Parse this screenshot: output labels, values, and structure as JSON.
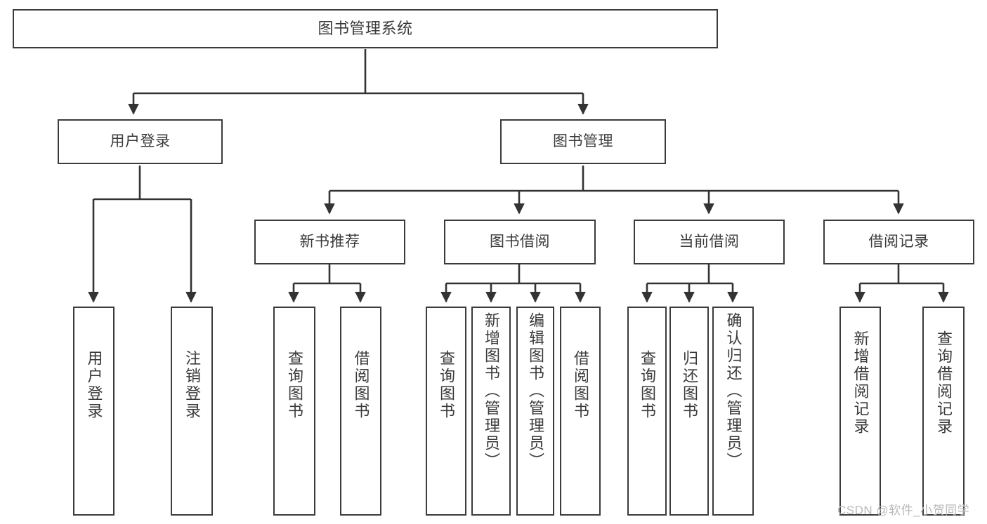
{
  "diagram": {
    "title": "图书管理系统",
    "type": "tree-hierarchy",
    "watermark": "CSDN @软件_小贺同学",
    "colors": {
      "box_border": "#3b3b3b",
      "box_fill": "#ffffff",
      "connector": "#333333",
      "text": "#3a3a3a",
      "watermark": "#b9b9b9"
    },
    "root": {
      "id": "root",
      "label": "图书管理系统"
    },
    "level2": [
      {
        "id": "user-login",
        "label": "用户登录"
      },
      {
        "id": "book-manage",
        "label": "图书管理"
      }
    ],
    "level3": [
      {
        "id": "new-book-rec",
        "label": "新书推荐"
      },
      {
        "id": "book-borrow",
        "label": "图书借阅"
      },
      {
        "id": "current-borrow",
        "label": "当前借阅"
      },
      {
        "id": "borrow-record",
        "label": "借阅记录"
      }
    ],
    "leaves": [
      {
        "id": "leaf-user-login",
        "label": "用户登录",
        "parent": "user-login"
      },
      {
        "id": "leaf-logout",
        "label": "注销登录",
        "parent": "user-login"
      },
      {
        "id": "leaf-query-book-1",
        "label": "查询图书",
        "parent": "new-book-rec"
      },
      {
        "id": "leaf-borrow-book-1",
        "label": "借阅图书",
        "parent": "new-book-rec"
      },
      {
        "id": "leaf-query-book-2",
        "label": "查询图书",
        "parent": "book-borrow"
      },
      {
        "id": "leaf-add-book",
        "label": "新增图书（管理员）",
        "parent": "book-borrow"
      },
      {
        "id": "leaf-edit-book",
        "label": "编辑图书（管理员）",
        "parent": "book-borrow"
      },
      {
        "id": "leaf-borrow-book-2",
        "label": "借阅图书",
        "parent": "book-borrow"
      },
      {
        "id": "leaf-query-book-3",
        "label": "查询图书",
        "parent": "current-borrow"
      },
      {
        "id": "leaf-return-book",
        "label": "归还图书",
        "parent": "current-borrow"
      },
      {
        "id": "leaf-confirm-return",
        "label": "确认归还（管理员）",
        "parent": "current-borrow"
      },
      {
        "id": "leaf-add-record",
        "label": "新增借阅记录",
        "parent": "borrow-record"
      },
      {
        "id": "leaf-query-record",
        "label": "查询借阅记录",
        "parent": "borrow-record"
      }
    ]
  }
}
